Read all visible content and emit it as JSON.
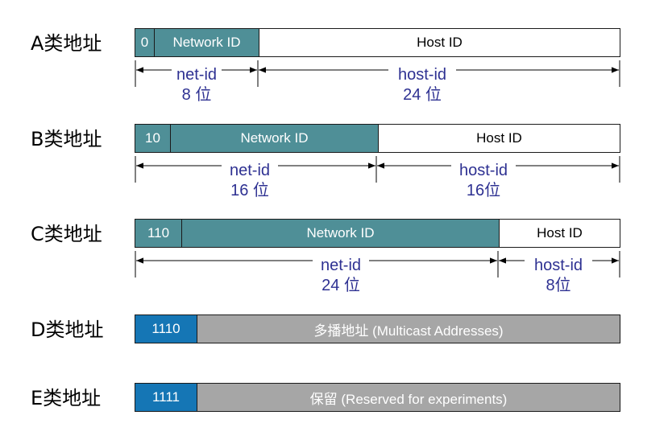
{
  "classes": [
    {
      "label": "A类地址",
      "segments": [
        {
          "text": "0",
          "style": "teal"
        },
        {
          "text": "Network ID",
          "style": "teal"
        },
        {
          "text": "Host ID",
          "style": "white"
        }
      ],
      "dims": [
        {
          "name": "net-id",
          "bits": "8 位"
        },
        {
          "name": "host-id",
          "bits": "24 位"
        }
      ]
    },
    {
      "label": "B类地址",
      "segments": [
        {
          "text": "10",
          "style": "teal"
        },
        {
          "text": "Network ID",
          "style": "teal"
        },
        {
          "text": "Host ID",
          "style": "white"
        }
      ],
      "dims": [
        {
          "name": "net-id",
          "bits": "16 位"
        },
        {
          "name": "host-id",
          "bits": "16位"
        }
      ]
    },
    {
      "label": "C类地址",
      "segments": [
        {
          "text": "110",
          "style": "teal"
        },
        {
          "text": "Network ID",
          "style": "teal"
        },
        {
          "text": "Host ID",
          "style": "white"
        }
      ],
      "dims": [
        {
          "name": "net-id",
          "bits": "24 位"
        },
        {
          "name": "host-id",
          "bits": "8位"
        }
      ]
    },
    {
      "label": "D类地址",
      "segments": [
        {
          "text": "1110",
          "style": "blue"
        },
        {
          "text": "多播地址 (Multicast Addresses)",
          "style": "gray"
        }
      ]
    },
    {
      "label": "E类地址",
      "segments": [
        {
          "text": "1111",
          "style": "blue"
        },
        {
          "text": "保留 (Reserved for experiments)",
          "style": "gray"
        }
      ]
    }
  ],
  "colors": {
    "network": "#4f8f97",
    "prefix_blue": "#1576b5",
    "reserved_gray": "#a6a6a6",
    "dimension_text": "#2e3192"
  }
}
